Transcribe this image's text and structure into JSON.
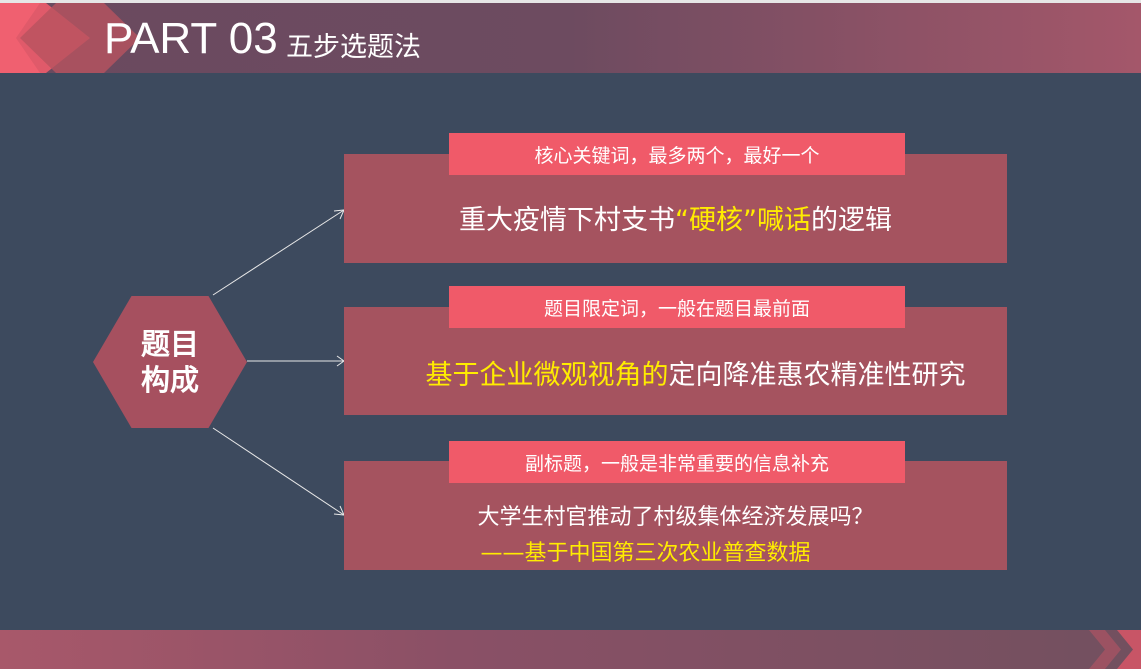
{
  "header": {
    "title": "PART 03",
    "subtitle": "五步选题法"
  },
  "center": {
    "line1": "题目",
    "line2": "构成"
  },
  "items": [
    {
      "tag": "核心关键词，最多两个，最好一个",
      "parts": [
        "重大疫情下村支书",
        "“硬核”",
        "喊话",
        "的逻辑"
      ]
    },
    {
      "tag": "题目限定词，一般在题目最前面",
      "parts": [
        "基于企业微观视角的",
        "定向降准惠农精准性研究"
      ]
    },
    {
      "tag": "副标题，一般是非常重要的信息补充",
      "line1": "大学生村官推动了村级集体经济发展吗？",
      "line2": "——基于中国第三次农业普查数据"
    }
  ],
  "colors": {
    "background": "#3d4a5e",
    "box": "#a5535f",
    "tag": "#f05a69",
    "highlight": "#ffec00"
  }
}
